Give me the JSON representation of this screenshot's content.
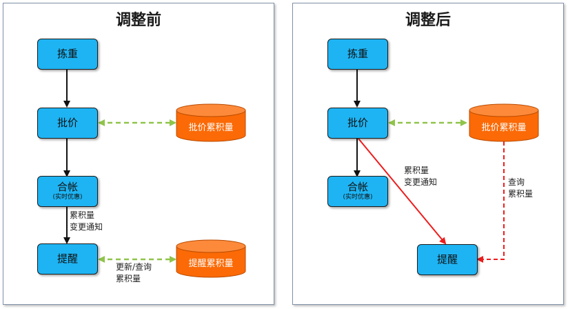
{
  "before": {
    "title": "调整前",
    "nodes": {
      "sort": "拣重",
      "price": "批价",
      "checkout": "合帐",
      "checkout_sub": "(实时优惠)",
      "remind": "提醒"
    },
    "stores": {
      "price_accumulate": "批价累积量",
      "remind_accumulate": "提醒累积量"
    },
    "notes": {
      "change_notice": [
        "累积量",
        "变更通知"
      ],
      "update_query": [
        "更新/查询",
        "累积量"
      ]
    }
  },
  "after": {
    "title": "调整后",
    "nodes": {
      "sort": "拣重",
      "price": "批价",
      "checkout": "合帐",
      "checkout_sub": "(实时优惠)",
      "remind": "提醒"
    },
    "stores": {
      "price_accumulate": "批价累积量"
    },
    "notes": {
      "change_notice": [
        "累积量",
        "变更通知"
      ],
      "query": [
        "查询",
        "累积量"
      ]
    }
  },
  "colors": {
    "process_box": "#1eb4f3",
    "store_cylinder": "#fb6a06",
    "dashed_link": "#8fc44a",
    "notify_arrow": "#ee1c1c",
    "flow_arrow": "#111111"
  }
}
